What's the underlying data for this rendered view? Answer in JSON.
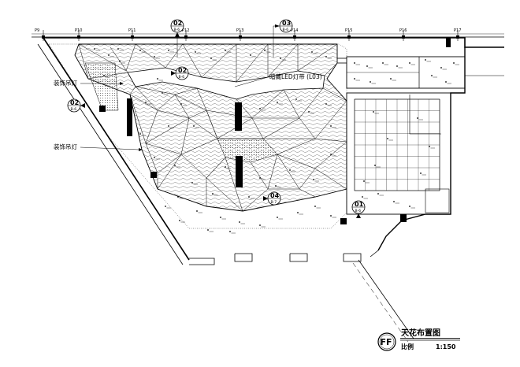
{
  "grid_labels": [
    "P9",
    "P10",
    "P11",
    "P12",
    "P13",
    "P14",
    "P15",
    "P16",
    "P17"
  ],
  "section_markers": [
    {
      "num": "02",
      "sheet": "B-6"
    },
    {
      "num": "03",
      "sheet": "B-6"
    },
    {
      "num": "02",
      "sheet": "B-6"
    },
    {
      "num": "02",
      "sheet": "B-6"
    },
    {
      "num": "04",
      "sheet": "B-7"
    },
    {
      "num": "01",
      "sheet": "B-6"
    }
  ],
  "callouts": {
    "pendant_lamp_1": "装饰吊灯",
    "pendant_lamp_2": "装饰吊灯",
    "led_strip": "暗藏LED灯带 (L03)"
  },
  "title_block": {
    "badge": "FF",
    "title": "天花布置图",
    "scale_label": "比例",
    "scale_value": "1:150"
  },
  "colors": {
    "line": "#000000",
    "hatch": "#555555",
    "paper": "#ffffff"
  }
}
